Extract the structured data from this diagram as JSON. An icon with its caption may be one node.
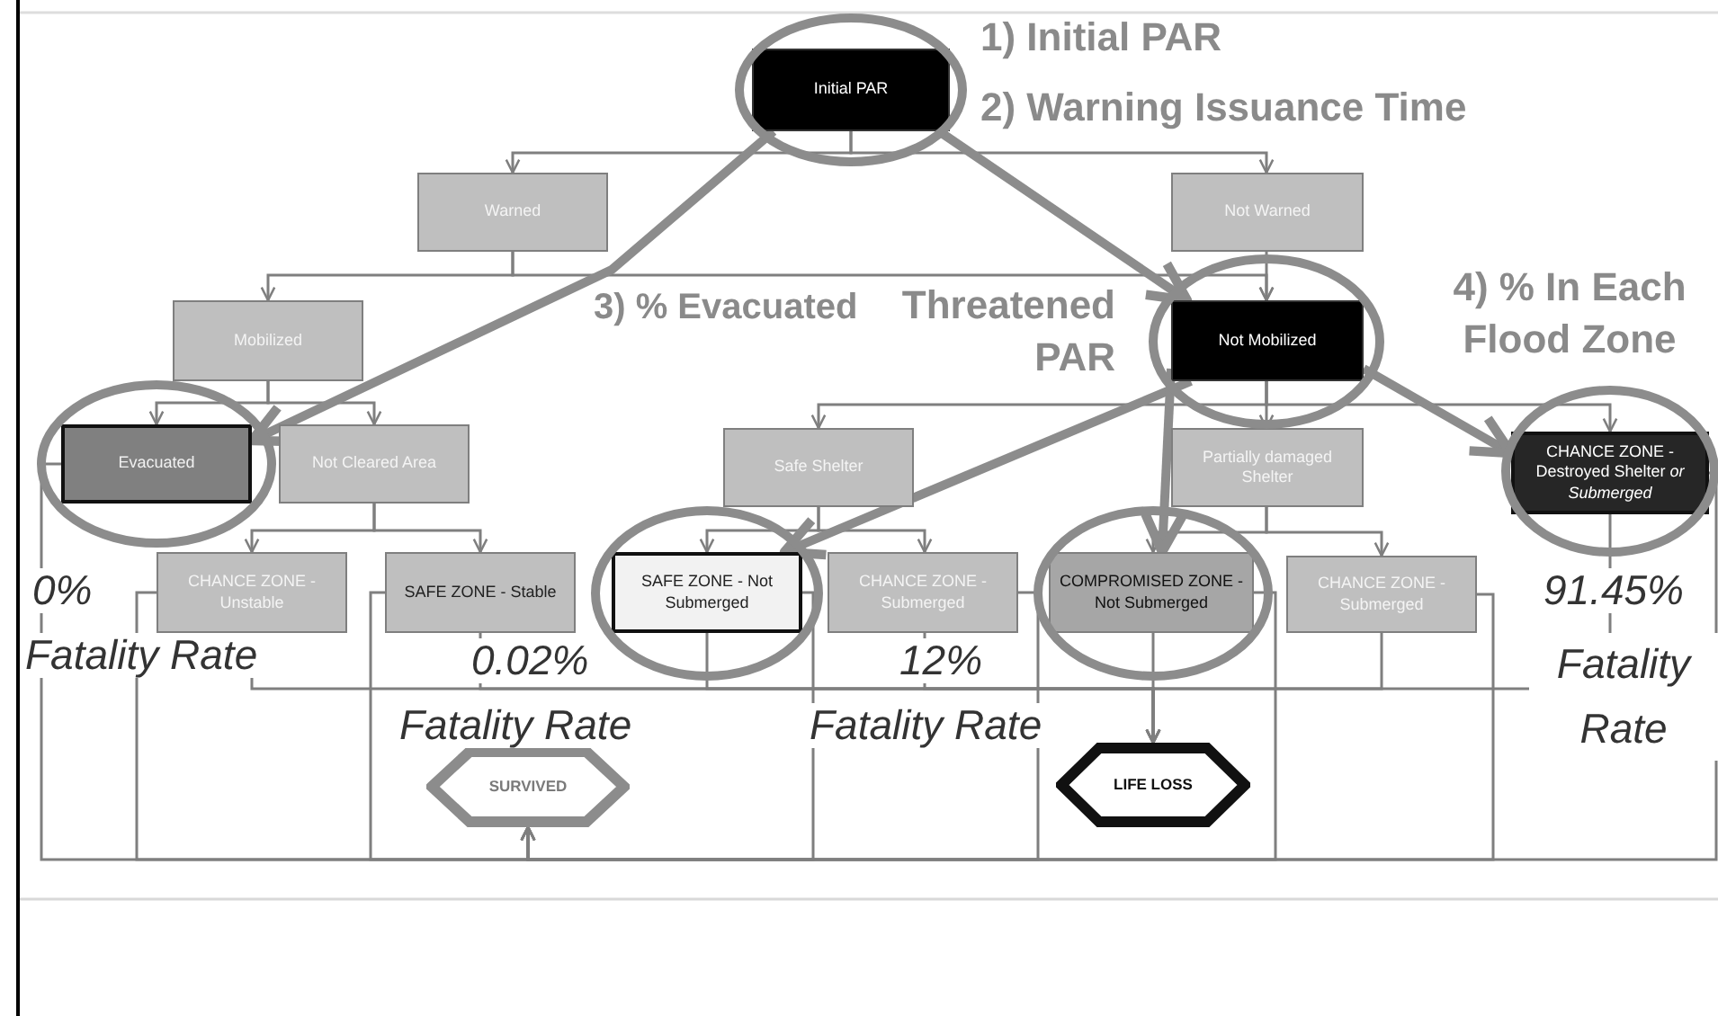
{
  "diagram": {
    "nodes": [
      {
        "text": [
          "Initial PAR"
        ]
      },
      {
        "text": [
          "Warned"
        ]
      },
      {
        "text": [
          "Not Warned"
        ]
      },
      {
        "text": [
          "Mobilized"
        ]
      },
      {
        "text": [
          "Not Mobilized"
        ]
      },
      {
        "text": [
          "Evacuated"
        ]
      },
      {
        "text": [
          "Not Cleared Area"
        ]
      },
      {
        "text": [
          "Safe Shelter"
        ]
      },
      {
        "text": [
          "Partially damaged Shelter"
        ]
      },
      {
        "text": [
          "CHANCE ZONE - Destroyed Shelter *or Submerged*"
        ]
      },
      {
        "text": [
          "CHANCE ZONE - Unstable"
        ]
      },
      {
        "text": [
          "SAFE ZONE - Stable"
        ]
      },
      {
        "text": [
          "SAFE ZONE - Not Submerged"
        ]
      },
      {
        "text": [
          "CHANCE ZONE - Submerged"
        ]
      },
      {
        "text": [
          "COMPROMISED ZONE -Not Submerged"
        ]
      },
      {
        "text": [
          "CHANCE ZONE - Submerged"
        ]
      },
      {
        "text": [
          "SURVIVED"
        ]
      },
      {
        "text": [
          "LIFE LOSS"
        ]
      }
    ],
    "edges": [
      {
        "from": 0,
        "to": 1,
        "arrow": "to"
      },
      {
        "from": 0,
        "to": 2,
        "arrow": "to"
      },
      {
        "from": 1,
        "to": 3,
        "arrow": "to"
      },
      {
        "from": 1,
        "to": 4,
        "arrow": "to"
      },
      {
        "from": 2,
        "to": 4,
        "arrow": "to"
      },
      {
        "from": 3,
        "to": 5,
        "arrow": "to"
      },
      {
        "from": 3,
        "to": 6,
        "arrow": "to"
      },
      {
        "from": 4,
        "to": 7,
        "arrow": "to"
      },
      {
        "from": 4,
        "to": 8,
        "arrow": "to"
      },
      {
        "from": 4,
        "to": 9,
        "arrow": "to"
      },
      {
        "from": 6,
        "to": 10,
        "arrow": "to"
      },
      {
        "from": 6,
        "to": 11,
        "arrow": "to"
      },
      {
        "from": 7,
        "to": 12,
        "arrow": "to"
      },
      {
        "from": 7,
        "to": 13,
        "arrow": "to"
      },
      {
        "from": 8,
        "to": 14,
        "arrow": "to"
      },
      {
        "from": 8,
        "to": 15,
        "arrow": "to"
      },
      {
        "from": 10,
        "to": 17,
        "arrow": "to"
      },
      {
        "from": 11,
        "to": 17,
        "arrow": "to"
      },
      {
        "from": 12,
        "to": 17,
        "arrow": "to"
      },
      {
        "from": 13,
        "to": 17,
        "arrow": "to"
      },
      {
        "from": 14,
        "to": 17,
        "arrow": "to"
      },
      {
        "from": 15,
        "to": 17,
        "arrow": "to"
      },
      {
        "from": 9,
        "to": 17,
        "arrow": "to"
      },
      {
        "from": 5,
        "to": 16,
        "arrow": "to"
      },
      {
        "from": 10,
        "to": 16,
        "arrow": "to"
      },
      {
        "from": 11,
        "to": 16,
        "arrow": "to"
      },
      {
        "from": 12,
        "to": 16,
        "arrow": "to"
      },
      {
        "from": 13,
        "to": 16,
        "arrow": "to"
      },
      {
        "from": 14,
        "to": 16,
        "arrow": "to"
      },
      {
        "from": 15,
        "to": 16,
        "arrow": "to"
      },
      {
        "from": 9,
        "to": 16,
        "arrow": "to"
      },
      {
        "from": 0,
        "to": 5,
        "arrow": "to",
        "style": "thick"
      },
      {
        "from": 0,
        "to": 4,
        "arrow": "to",
        "style": "thick"
      },
      {
        "from": 4,
        "to": 12,
        "arrow": "to",
        "style": "thick"
      },
      {
        "from": 4,
        "to": 14,
        "arrow": "to",
        "style": "thick"
      },
      {
        "from": 4,
        "to": 9,
        "arrow": "to",
        "style": "thick"
      }
    ],
    "labels": [
      "1) Initial PAR",
      "2) Warning Issuance Time",
      "3) % Evacuated",
      "Threatened PAR",
      "4) % In Each Flood Zone",
      "0%",
      "Fatality Rate",
      "0.02%",
      "Fatality Rate",
      "12%",
      "Fatality Rate",
      "91.45%",
      "Fatality Rate"
    ]
  }
}
